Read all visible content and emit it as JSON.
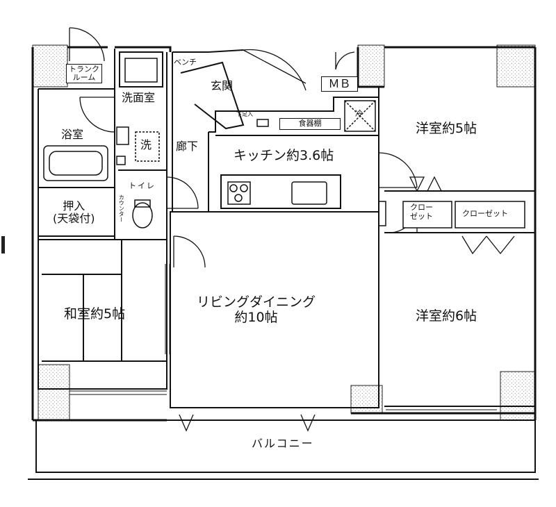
{
  "plan": {
    "rooms": {
      "trunk_room": "トランク\nルーム",
      "washroom": "洗面室",
      "washer": "洗",
      "bath": "浴室",
      "bench": "ベンチ",
      "entrance": "玄関",
      "shoe_box": "下足入",
      "mb": "ＭＢ",
      "hallway": "廊下",
      "toilet": "トイレ",
      "counter": "カウンター",
      "kitchen": "キッチン約3.6帖",
      "cupboard": "食器棚",
      "fridge": "冷",
      "oshiire": "押入\n(天袋付)",
      "washitsu": "和室約5帖",
      "ldk": "リビングダイニング\n約10帖",
      "yoshitsu5": "洋室約5帖",
      "yoshitsu6": "洋室約6帖",
      "closet_a": "クロー\nゼット",
      "closet_b": "クローゼット",
      "balcony": "バルコニー"
    }
  }
}
